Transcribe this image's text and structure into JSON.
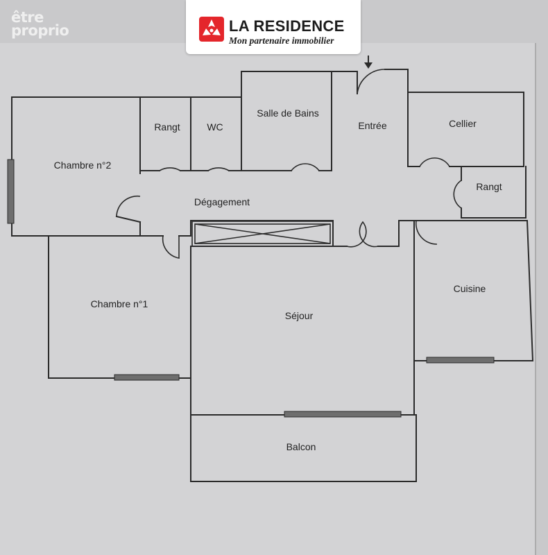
{
  "watermark": {
    "line1": "être",
    "line2": "proprio"
  },
  "brand": {
    "name": "LA RESIDENCE",
    "tagline": "Mon partenaire immobilier",
    "accent_color": "#e4262b"
  },
  "rooms": {
    "chambre_2": "Chambre n°2",
    "rangt_1": "Rangt",
    "wc": "WC",
    "salle_de_bains": "Salle de Bains",
    "entree": "Entrée",
    "cellier": "Cellier",
    "rangt_2": "Rangt",
    "degagement": "Dégagement",
    "chambre_1": "Chambre n°1",
    "sejour": "Séjour",
    "cuisine": "Cuisine",
    "balcon": "Balcon"
  },
  "colors": {
    "paper": "#d3d3d5",
    "wall": "#2a2a2a",
    "window": "#6e6e6e"
  }
}
